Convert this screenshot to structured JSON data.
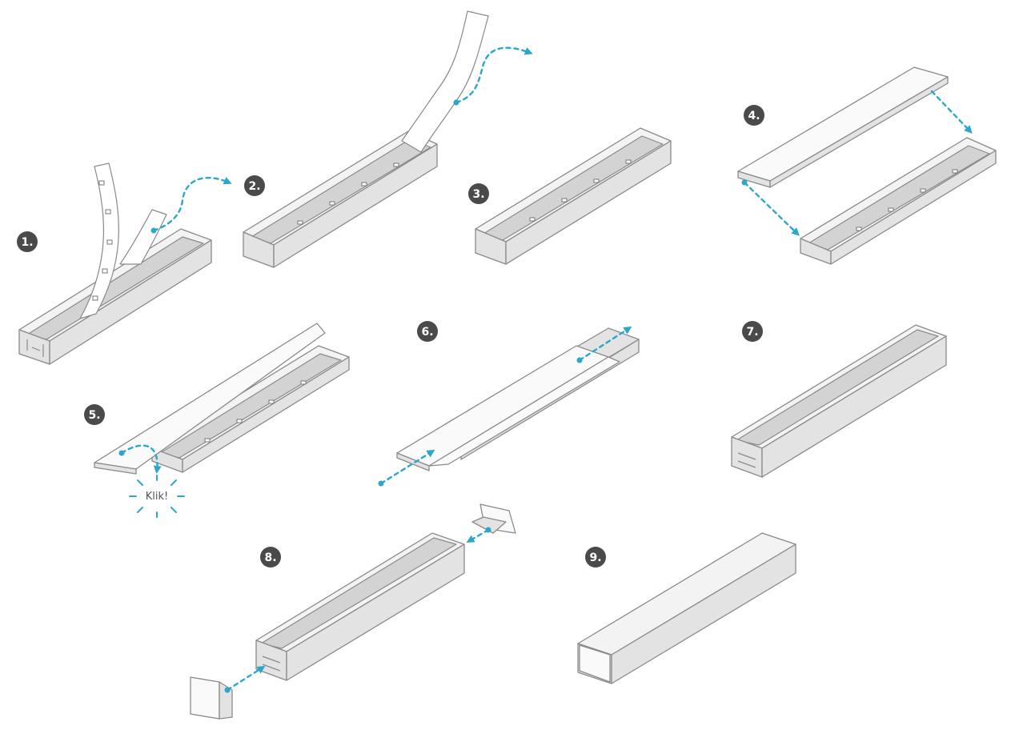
{
  "colors": {
    "accent": "#2aa7c9",
    "badge": "#4a4a4a",
    "outline": "#8a8a8a"
  },
  "steps": [
    {
      "label": "1."
    },
    {
      "label": "2."
    },
    {
      "label": "3."
    },
    {
      "label": "4."
    },
    {
      "label": "5."
    },
    {
      "label": "6."
    },
    {
      "label": "7."
    },
    {
      "label": "8."
    },
    {
      "label": "9."
    }
  ],
  "klik_label": "Klik!"
}
